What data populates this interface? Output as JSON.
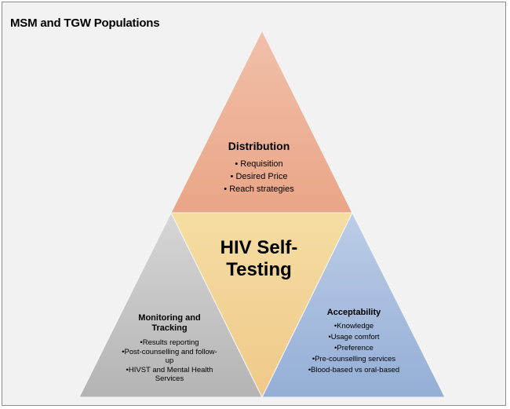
{
  "title": "MSM and TGW Populations",
  "center": {
    "line1": "HIV Self-",
    "line2": "Testing"
  },
  "distribution": {
    "heading": "Distribution",
    "items": [
      "Requisition",
      "Desired Price",
      "Reach strategies"
    ]
  },
  "monitoring": {
    "heading_line1": "Monitoring and",
    "heading_line2": "Tracking",
    "items": [
      "Results reporting",
      "Post-counselling and follow-up",
      "HIVST and Mental Health Services"
    ]
  },
  "acceptability": {
    "heading": "Acceptability",
    "items": [
      "Knowledge",
      "Usage comfort",
      "Preference",
      "Pre-counselling services",
      "Blood-based vs oral-based"
    ]
  },
  "colors": {
    "distribution": "#eeb096",
    "center": "#f3d497",
    "monitoring": "#c8c8c8",
    "acceptability": "#a9bfde"
  }
}
